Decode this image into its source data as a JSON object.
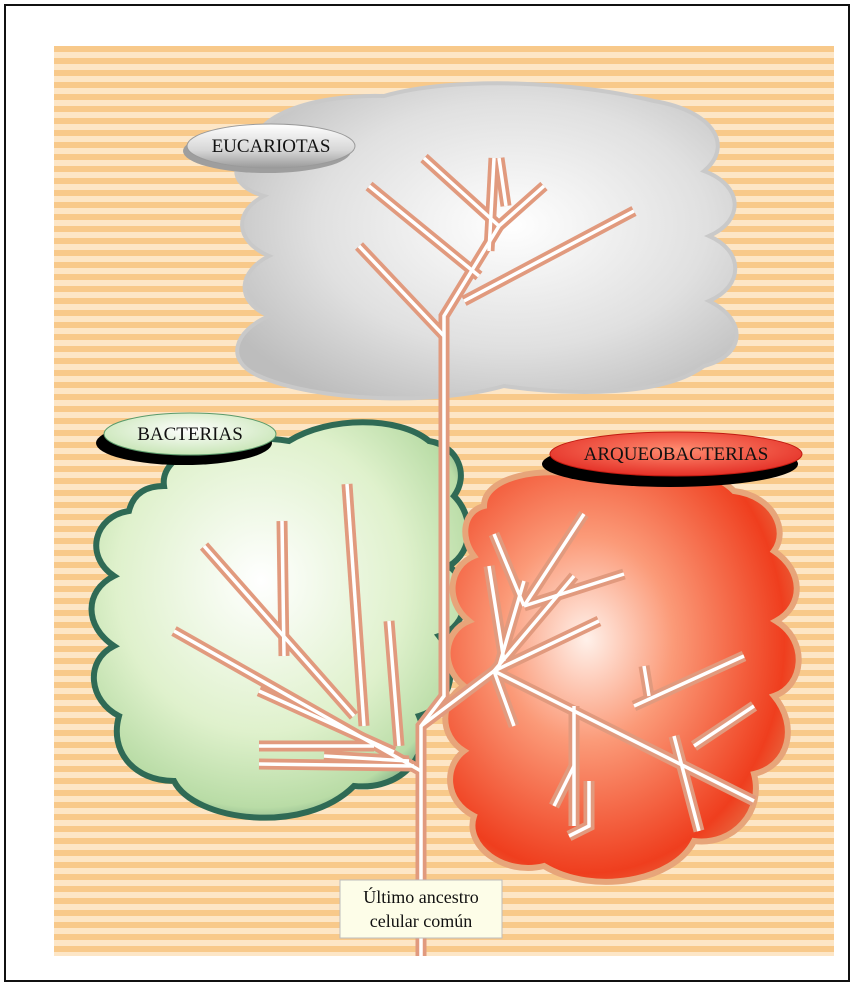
{
  "diagram": {
    "groups": {
      "eukaryotes": {
        "label": "EUCARIOTAS",
        "fill": "#e6e6e6",
        "edge": "#b8b8b8"
      },
      "bacteria": {
        "label": "BACTERIAS",
        "fill": "#e3f3d3",
        "edge": "#3d7a5e"
      },
      "archaea": {
        "label": "ARQUEOBACTERIAS",
        "fill": "#f35a33",
        "edge": "#e89a6a"
      }
    },
    "root": {
      "line1": "Último ancestro",
      "line2": "celular común"
    },
    "colors": {
      "background": "#fde6c6",
      "stripe": "#f8c98a",
      "branch_outer": "#e19a7e",
      "branch_inner": "#ffffff"
    }
  }
}
